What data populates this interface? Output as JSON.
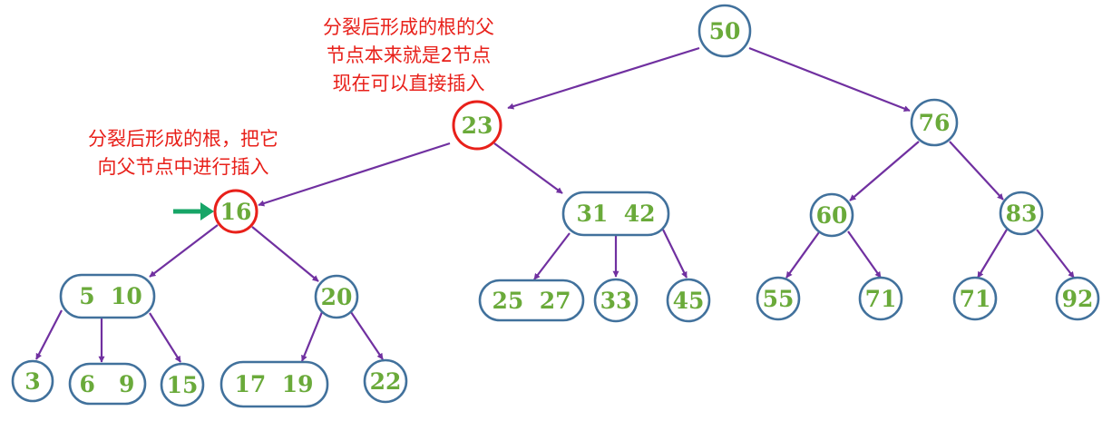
{
  "colors": {
    "node_border": "#41719c",
    "node_text": "#6aaa3a",
    "highlight_border": "#e8201a",
    "edge": "#7030a0",
    "arrow": "#17a567",
    "annotation": "#e8201a"
  },
  "annotations": {
    "top": [
      "分裂后形成的根的父",
      "节点本来就是2节点",
      "现在可以直接插入"
    ],
    "left": [
      "分裂后形成的根，把它",
      "向父节点中进行插入"
    ]
  },
  "nodes": {
    "n50": "50",
    "n23": "23",
    "n76": "76",
    "n16": "16",
    "n3142": "31  42",
    "n60": "60",
    "n83": "83",
    "n510": "5  10",
    "n20": "20",
    "n2527": "25  27",
    "n33": "33",
    "n45": "45",
    "n55": "55",
    "n71a": "71",
    "n71b": "71",
    "n92": "92",
    "n3": "3",
    "n69": "6   9",
    "n15": "15",
    "n1719": "17  19",
    "n22": "22"
  },
  "highlighted": [
    "n23",
    "n16"
  ],
  "pointer_icon": "right-arrow-icon"
}
